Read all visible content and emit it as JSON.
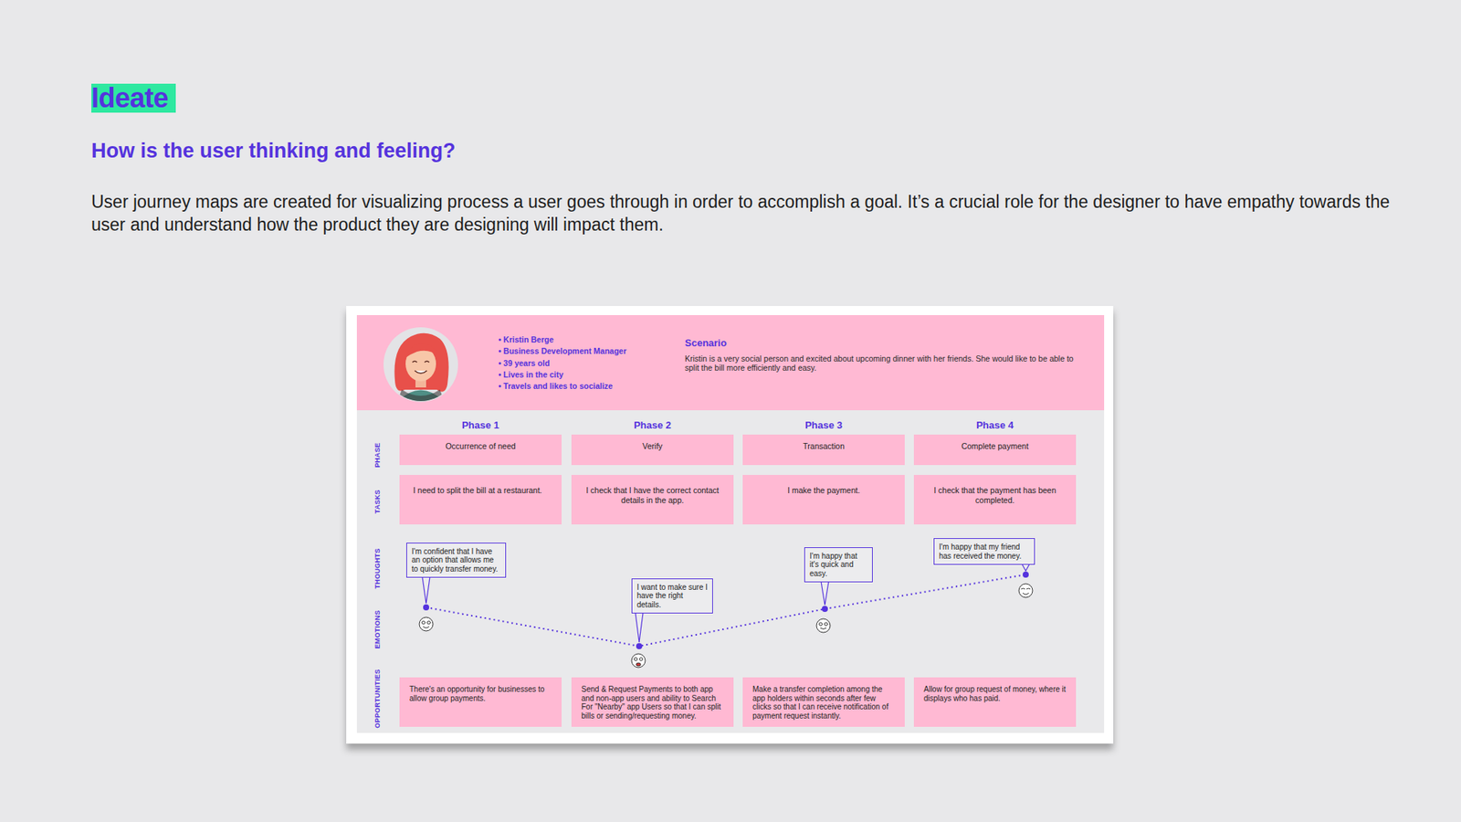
{
  "diagram": {
    "title": "Ideate",
    "nodes": [
      {
        "text": [
          "• Kristin Berge",
          "• Business Development Manager",
          "• 39 years old",
          "• Lives in the city",
          "• Travels and likes to socialize",
          "Scenario",
          "Kristin is a very social person and excited about upcoming dinner with her friends. She would like to be able to split the bill more efficiently and easy."
        ]
      },
      {
        "text": [
          "Phase 1",
          "Occurrence of need"
        ]
      },
      {
        "text": [
          "Phase 2",
          "Verify"
        ]
      },
      {
        "text": [
          "Phase 3",
          "Transaction"
        ]
      },
      {
        "text": [
          "Phase 4",
          "Complete payment"
        ]
      },
      {
        "text": [
          "I need to split the bill at a restaurant."
        ]
      },
      {
        "text": [
          "I check that I have the correct contact details in the app."
        ]
      },
      {
        "text": [
          "I make the payment."
        ]
      },
      {
        "text": [
          "I check that the payment has been completed."
        ]
      },
      {
        "text": [
          "I'm confident that I have an option that allows me to quickly transfer money."
        ]
      },
      {
        "text": [
          "I want to make sure I have the right details."
        ]
      },
      {
        "text": [
          "I'm happy that it's quick and easy."
        ]
      },
      {
        "text": [
          "I'm happy that my friend has received the money."
        ]
      },
      {
        "text": [
          "There's an opportunity for businesses to allow group payments."
        ]
      },
      {
        "text": [
          "Send & Request Payments to both app and non-app users and ability to Search For \"Nearby\" app Users so that I can split bills or sending/requesting money."
        ]
      },
      {
        "text": [
          "Make a transfer completion among the app holders within seconds after few clicks so that I can receive notification of payment request instantly."
        ]
      },
      {
        "text": [
          "Allow for group request of money, where it displays who has paid."
        ]
      }
    ],
    "labels": [
      "How is the user thinking and feeling?",
      "User journey maps are created for visualizing process a user goes through in order to accomplish a goal. It’s a crucial role for the designer to have empathy towards the user and understand how the product they are designing will impact them.",
      "PHASE",
      "TASKS",
      "THOUGHTS",
      "EMOTIONS",
      "OPPORTUNITIES"
    ]
  }
}
